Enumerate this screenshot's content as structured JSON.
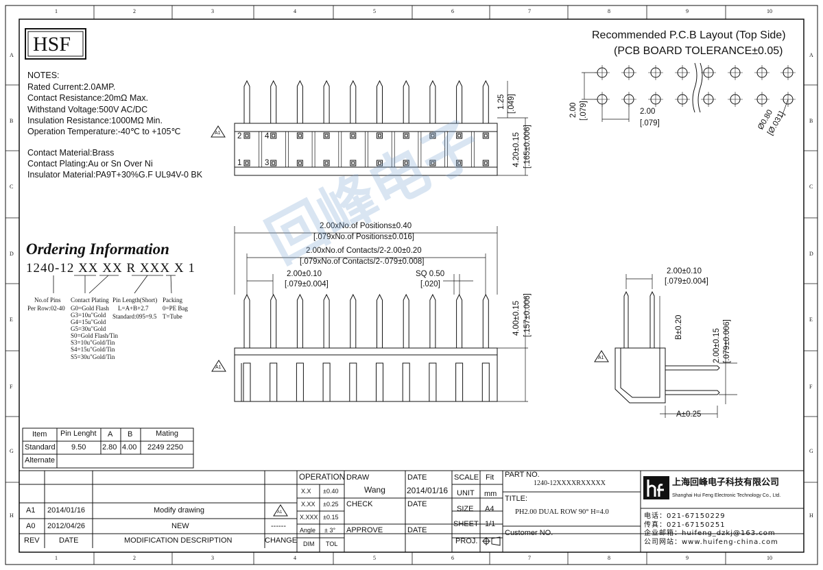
{
  "border": {
    "cols": [
      "1",
      "2",
      "3",
      "4",
      "5",
      "6",
      "7",
      "8",
      "9",
      "10"
    ],
    "rows": [
      "A",
      "B",
      "C",
      "D",
      "E",
      "F",
      "G",
      "H"
    ]
  },
  "logo": {
    "text": "HSF"
  },
  "notes": {
    "heading": "NOTES:",
    "lines": [
      "Rated Current:2.0AMP.",
      "Contact Resistance:20mΩ Max.",
      "Withstand Voltage:500V AC/DC",
      "Insulation Resistance:1000MΩ Min.",
      "Operation Temperature:-40℃ to +105℃",
      "Contact Material:Brass",
      "Contact Plating:Au or Sn Over Ni",
      "Insulator Material:PA9T+30%G.F UL94V-0 BK"
    ]
  },
  "pcb": {
    "title1": "Recommended P.C.B Layout (Top Side)",
    "title2": "(PCB BOARD TOLERANCE±0.05)",
    "dim_pitch_v": "2.00",
    "dim_pitch_v_in": "[.079]",
    "dim_pitch_h": "2.00",
    "dim_pitch_h_in": "[.079]",
    "dim_hole": "Ø0.80",
    "dim_hole_in": "[Ø.031]"
  },
  "top_view": {
    "pin_labels": [
      "2",
      "4",
      "1",
      "3"
    ],
    "dim_1": "1.25",
    "dim_1_in": "[.049]",
    "dim_2": "4.20±0.15",
    "dim_2_in": "[.165±0.006]",
    "rev_mark": "A1"
  },
  "front_view": {
    "dim_total": "2.00xNo.of Positions±0.40",
    "dim_total_in": "[.079xNo.of Positions±0.016]",
    "dim_contacts": "2.00xNo.of Contacts/2-2.00±0.20",
    "dim_contacts_in": "[.079xNo.of Contacts/2-.079±0.008]",
    "dim_pitch": "2.00±0.10",
    "dim_pitch_in": "[.079±0.004]",
    "dim_sq": "SQ 0.50",
    "dim_sq_in": "[.020]",
    "dim_height": "4.00±0.15",
    "dim_height_in": "[.157±0.006]",
    "rev_mark": "A1"
  },
  "side_view": {
    "dim_pitch": "2.00±0.10",
    "dim_pitch_in": "[.079±0.004]",
    "dim_b": "B±0.20",
    "dim_h": "2.00±0.15",
    "dim_h_in": "[.079±0.006]",
    "dim_a": "A±0.25",
    "rev_mark": "A1"
  },
  "ordering": {
    "heading": "Ordering Information",
    "code_prefix": "1240-12",
    "code_xx1": "XX",
    "code_xx2": "XX",
    "code_r": "R",
    "code_xxx": "XXX",
    "code_x": "X",
    "code_1": "1",
    "pins_label": "No.of Pins",
    "pins_range": "Per Row:02-40",
    "plating_label": "Contact Plating",
    "plating_options": [
      "G0=Gold Flash",
      "G3=10u\"Gold",
      "G4=15u\"Gold",
      "G5=30u\"Gold",
      "S0=Gold Flash/Tin",
      "S3=10u\"Gold/Tin",
      "S4=15u\"Gold/Tin",
      "S5=30u\"Gold/Tin"
    ],
    "length_label": "Pin Length(Short)",
    "length_formula": "L=A+B+2.7",
    "length_standard": "Standard:095=9.5",
    "packing_label": "Packing",
    "packing_options": [
      "0=PE Bag",
      "T=Tube"
    ]
  },
  "pin_table": {
    "headers": [
      "Item",
      "Pin Lenght",
      "A",
      "B",
      "Mating"
    ],
    "rows": [
      [
        "Standard",
        "9.50",
        "2.80",
        "4.00",
        "2249 2250"
      ],
      [
        "Alternate",
        "",
        "",
        "",
        ""
      ]
    ]
  },
  "revision_table": {
    "rows": [
      [
        "A1",
        "2014/01/16",
        "Modify drawing",
        "A1"
      ],
      [
        "A0",
        "2012/04/26",
        "NEW",
        "------"
      ]
    ],
    "headers": [
      "REV",
      "DATE",
      "MODIFICATION  DESCRIPTION",
      "CHANGE"
    ]
  },
  "title_block": {
    "operation": "OPERATION",
    "tol": [
      [
        "X.X",
        "±0.40"
      ],
      [
        "X.XX",
        "±0.25"
      ],
      [
        "X.XXX",
        "±0.15"
      ],
      [
        "Angle",
        "±  3°"
      ]
    ],
    "tol_footer": [
      "DIM",
      "TOL"
    ],
    "draw": "DRAW",
    "drawer": "Wang",
    "check": "CHECK",
    "approve": "APPROVE",
    "date": "DATE",
    "date_value": "2014/01/16",
    "scale": "SCALE",
    "fit": "Fit",
    "unit": "UNIT",
    "unit_value": "mm",
    "size": "SIZE",
    "size_value": "A4",
    "sheet": "SHEET",
    "sheet_value": "1/1",
    "proj": "PROJ.",
    "part_no_label": "PART  NO.",
    "part_no": "1240-12XXXXRXXXXX",
    "title_label": "TITLE:",
    "title_value": "PH2.00 DUAL ROW 90° H=4.0",
    "customer_label": "Customer NO."
  },
  "company": {
    "name_cn": "上海回峰电子科技有限公司",
    "name_en": "Shanghai Hui Feng Electronic Technology Co., Ltd.",
    "phone": "电话：021-67150229",
    "fax": "传真：021-67150251",
    "email": "企业邮箱：huifeng_dzkj@163.com",
    "web": "公司网站：www.huifeng-china.com"
  },
  "watermark": "回峰电子"
}
